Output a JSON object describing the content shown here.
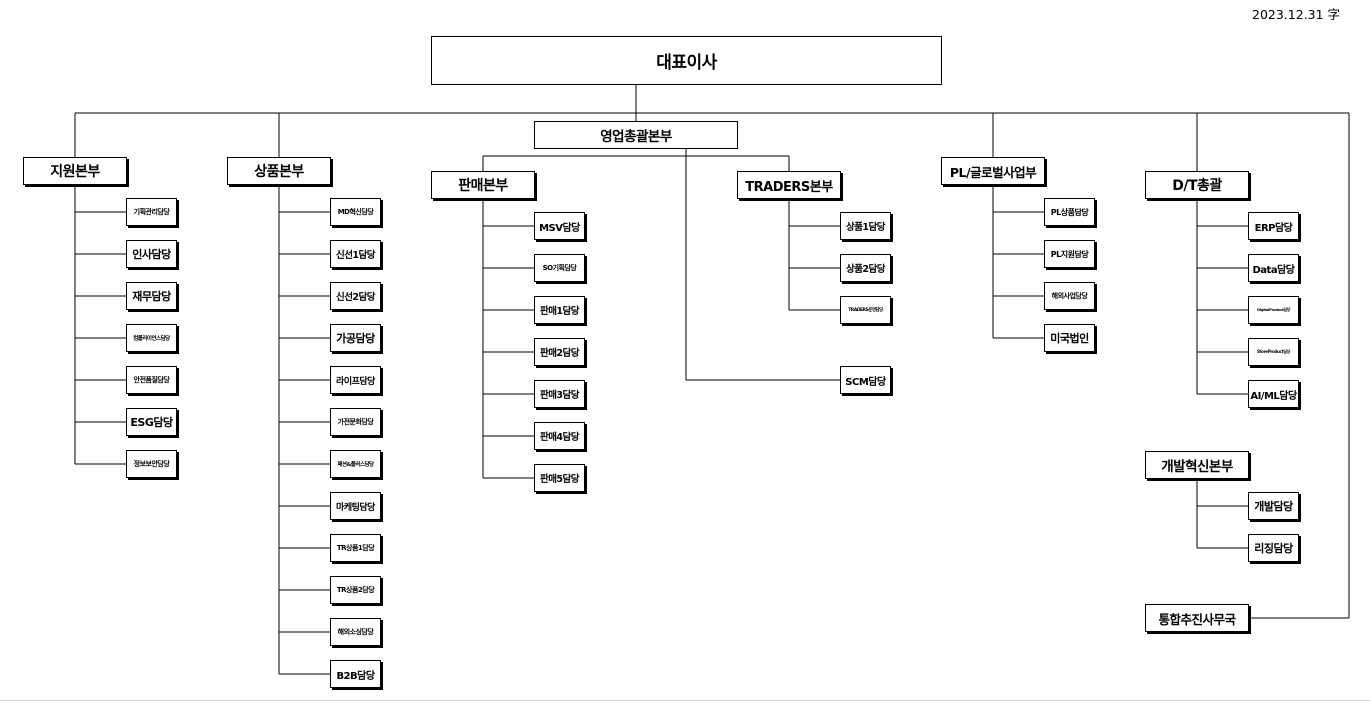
{
  "date_label": "2023.12.31 字",
  "ceo": "대표이사",
  "sales_hq": "영업총괄본부",
  "support": {
    "title": "지원본부",
    "items": [
      "기획관리담당",
      "인사담당",
      "재무담당",
      "컴플라이언스담당",
      "안전품질담당",
      "ESG담당",
      "정보보안담당"
    ]
  },
  "product": {
    "title": "상품본부",
    "items": [
      "MD혁신담당",
      "신선1담당",
      "신선2담당",
      "가공담당",
      "라이프담당",
      "가전문화담당",
      "패션&플러스담당",
      "마케팅담당",
      "TR상품1담당",
      "TR상품2담당",
      "해외소싱담당",
      "B2B담당"
    ]
  },
  "sales": {
    "title": "판매본부",
    "items": [
      "MSV담당",
      "SO기획담당",
      "판매1담당",
      "판매2담당",
      "판매3담당",
      "판매4담당",
      "판매5담당"
    ]
  },
  "traders": {
    "title": "TRADERS본부",
    "items": [
      "상품1담당",
      "상품2담당",
      "TRADERS운영담당"
    ]
  },
  "scm": "SCM담당",
  "pl": {
    "title": "PL/글로벌사업부",
    "items": [
      "PL상품담당",
      "PL지원담당",
      "해외사업담당",
      "미국법인"
    ]
  },
  "dt": {
    "title": "D/T총괄",
    "items": [
      "ERP담당",
      "Data담당",
      "DigitalProduct담당",
      "StoreProduct담당",
      "AI/ML담당"
    ]
  },
  "devinno": {
    "title": "개발혁신본부",
    "items": [
      "개발담당",
      "리징담당"
    ]
  },
  "integration": "통합추진사무국"
}
